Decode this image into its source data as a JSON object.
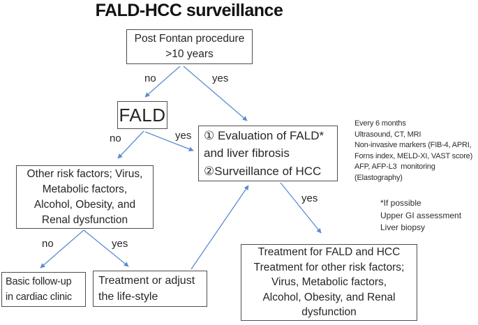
{
  "title": "FALD-HCC surveillance",
  "colors": {
    "arrow": "#5b8bd0",
    "box_border": "#4d4d4d",
    "text": "#262626",
    "background": "#ffffff"
  },
  "nodes": {
    "post_fontan": {
      "lines": [
        "Post Fontan procedure",
        ">10 years"
      ]
    },
    "fald": {
      "label": "FALD"
    },
    "evaluation": {
      "lines": [
        "① Evaluation of FALD*",
        "and liver fibrosis",
        "②Surveillance of HCC"
      ]
    },
    "other_risk": {
      "lines": [
        "Other risk factors; Virus,",
        "Metabolic factors,",
        "Alcohol, Obesity, and",
        "Renal dysfunction"
      ]
    },
    "basic_followup": {
      "lines": [
        "Basic follow-up",
        "in cardiac clinic"
      ]
    },
    "treatment_adjust": {
      "lines": [
        "Treatment or adjust",
        "the life-style"
      ]
    },
    "treatment_fald": {
      "lines": [
        "Treatment for FALD and HCC",
        "Treatment for other risk factors;",
        "Virus, Metabolic factors,",
        "Alcohol, Obesity, and Renal",
        "dysfunction"
      ]
    }
  },
  "annotations": {
    "surveillance_schedule": {
      "lines": [
        "Every 6 months",
        "Ultrasound, CT, MRI",
        "Non-invasive markers (FIB-4, APRI,",
        "Forns index, MELD-XI, VAST score)",
        "AFP, AFP-L3  monitoring",
        "(Elastography)"
      ]
    },
    "if_possible": {
      "lines": [
        "*If possible",
        "Upper GI assessment",
        "Liver biopsy"
      ]
    }
  },
  "edge_labels": {
    "post_no": "no",
    "post_yes": "yes",
    "fald_no": "no",
    "fald_yes": "yes",
    "other_no": "no",
    "other_yes": "yes",
    "eval_yes": "yes"
  }
}
